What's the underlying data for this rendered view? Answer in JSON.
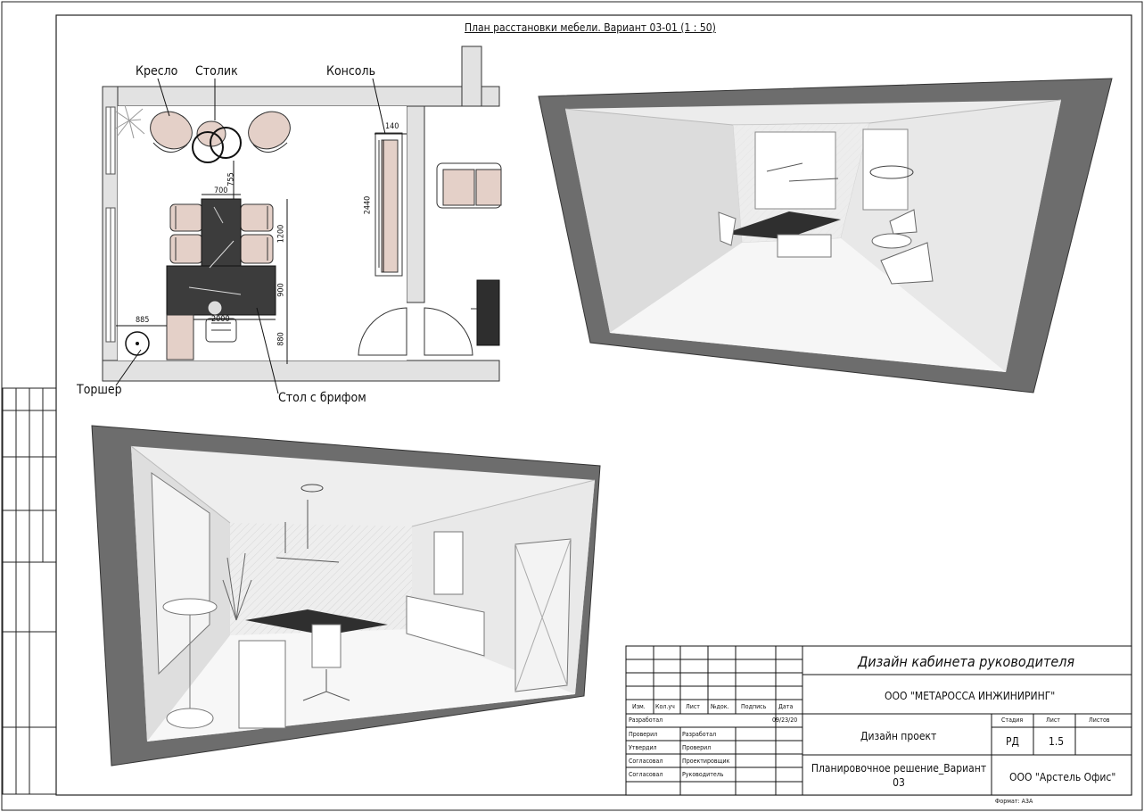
{
  "sheet": {
    "title": "План расстановки мебели. Вариант 03-01 (1 : 50)",
    "format_label": "Формат: А3А"
  },
  "plan": {
    "callouts": {
      "armchair": "Кресло",
      "coffee_table": "Столик",
      "console": "Консоль",
      "floor_lamp": "Торшер",
      "desk": "Стол с брифом"
    },
    "dimensions": {
      "d140": "140",
      "d700": "700",
      "d755": "755",
      "d2440": "2440",
      "d1200": "1200",
      "d900": "900",
      "d880": "880",
      "d885": "885",
      "d2000": "2000"
    }
  },
  "title_block": {
    "project_name": "Дизайн кабинета руководителя",
    "company": "ООО \"МЕТАРОССА ИНЖИНИРИНГ\"",
    "stage_title": "Дизайн проект",
    "drawing_name": "Планировочное решение_Вариант 03",
    "client": "ООО \"Арстель Офис\"",
    "columns": {
      "izm": "Изм.",
      "kol_uch": "Кол.уч",
      "list": "Лист",
      "doc_no": "№док.",
      "signature": "Подпись",
      "date": "Дата"
    },
    "roles": {
      "developed": "Разработал",
      "checked": "Проверил",
      "approved": "Утвердил",
      "agreed": "Согласовал"
    },
    "right_roles": {
      "developed": "Разработал",
      "checked": "Проверил",
      "designer": "Проектировщик",
      "head": "Руководитель"
    },
    "date_value": "09/23/20",
    "stage_header": "Стадия",
    "sheet_header": "Лист",
    "sheets_header": "Листов",
    "stage_value": "РД",
    "sheet_value": "1.5",
    "sheets_value": ""
  }
}
